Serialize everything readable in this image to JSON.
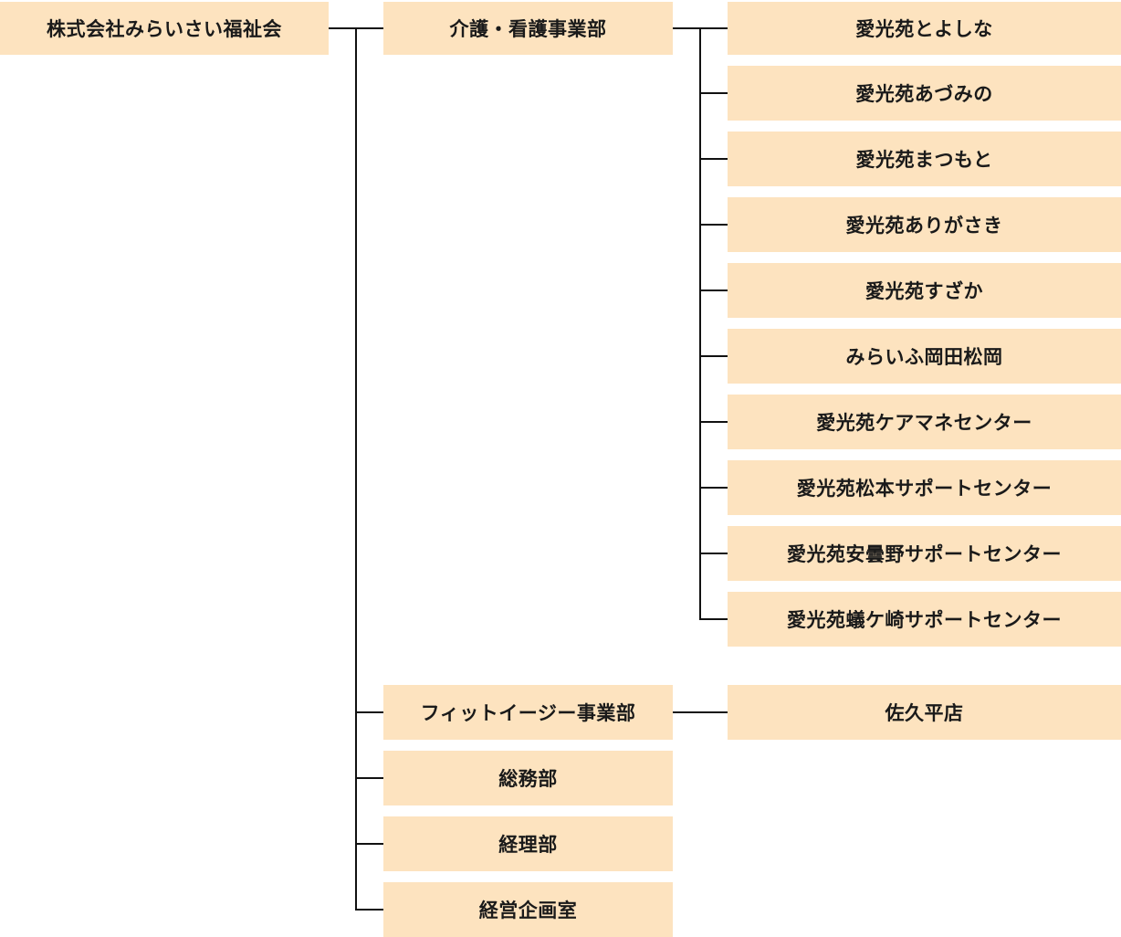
{
  "org_chart": {
    "root": {
      "label": "株式会社みらいさい福祉会"
    },
    "departments": [
      {
        "label": "介護・看護事業部",
        "children": [
          "愛光苑とよしな",
          "愛光苑あづみの",
          "愛光苑まつもと",
          "愛光苑ありがさき",
          "愛光苑すざか",
          "みらいふ岡田松岡",
          "愛光苑ケアマネセンター",
          "愛光苑松本サポートセンター",
          "愛光苑安曇野サポートセンター",
          "愛光苑蟻ケ崎サポートセンター"
        ]
      },
      {
        "label": "フィットイージー事業部",
        "children": [
          "佐久平店"
        ]
      },
      {
        "label": "総務部",
        "children": []
      },
      {
        "label": "経理部",
        "children": []
      },
      {
        "label": "経営企画室",
        "children": []
      }
    ]
  },
  "colors": {
    "box_fill": "#fde3bf",
    "line": "#111111",
    "text": "#1a1a1a"
  }
}
